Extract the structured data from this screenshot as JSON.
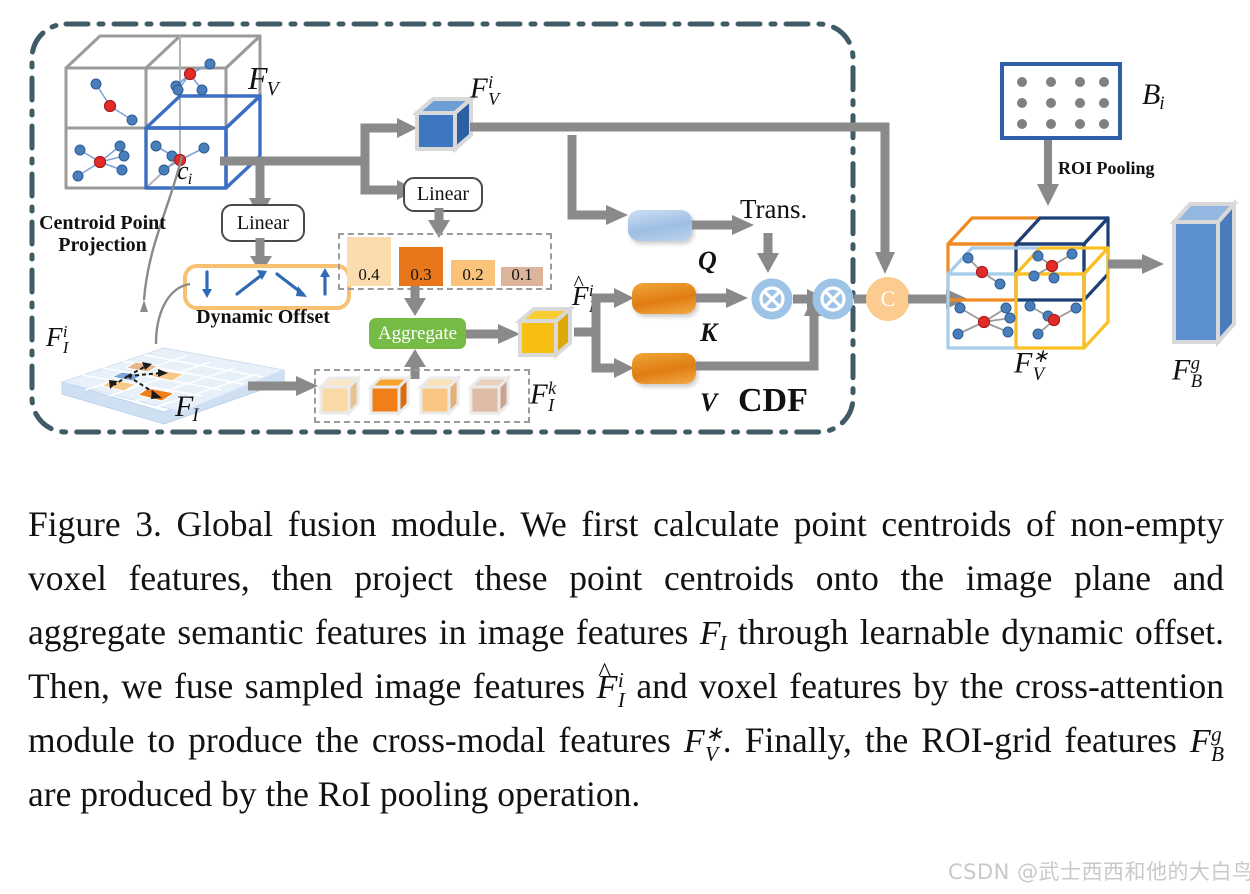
{
  "figure": {
    "module_label": "CDF",
    "boundary_style": "dash-dot rounded rectangle",
    "left_block": {
      "voxel_grid_label": "F_V",
      "centroid_label": "c_i",
      "projection_caption_line1": "Centroid Point",
      "projection_caption_line2": "Projection",
      "linear_1": "Linear",
      "linear_2": "Linear",
      "dynamic_offset_label": "Dynamic Offset",
      "offset_arrows": [
        "down",
        "up-right",
        "down-right",
        "up"
      ],
      "image_plane_label": "F_I",
      "image_patch_label": "F_I^i",
      "voxel_feature_label": "F_V^i",
      "sampled_cubes_label": "F_I^k",
      "aggregate_label": "Aggregate",
      "aggregated_label": "F̂_I^i"
    },
    "weights": {
      "values": [
        "0.4",
        "0.3",
        "0.2",
        "0.1"
      ],
      "heights": [
        58,
        44,
        30,
        20
      ],
      "colors": [
        "#fbdcae",
        "#e8761b",
        "#f9c37a",
        "#dcb49c"
      ]
    },
    "attention": {
      "query_label": "Q",
      "key_label": "K",
      "value_label": "V",
      "transform_label": "Trans.",
      "multiply_symbol": "⊗",
      "concat_symbol": "C"
    },
    "right_block": {
      "roi_grid_label": "B_i",
      "roi_pooling_label": "ROI Pooling",
      "fused_voxel_label": "F_V^*",
      "roi_grid_feature_label": "F_B^g",
      "grid_dot_rows": 3,
      "grid_dot_cols": 4,
      "voxel_colors": [
        "#f08a20",
        "#1d3f77",
        "#a8cdeb",
        "#f9bf24"
      ]
    },
    "colors": {
      "boundary": "#3f5b66",
      "arrow_gray": "#8a8a8a",
      "voxel_blue": "#3c6fc4",
      "centroid_red": "#e02b28",
      "point_blue": "#4a7ebb",
      "aggregate_green": "#76bb45",
      "query_blue": "#9dbee4",
      "kv_orange": "#e07d12",
      "concat_peach": "#fbcb8f",
      "offset_border": "#f8c172",
      "slab_blue": "#5b8fd0"
    }
  },
  "caption": {
    "prefix": "Figure 3.",
    "t1": " Global fusion module. We first calculate point centroids of non-empty voxel features, then project these point centroids onto the image plane and aggregate semantic features in image features ",
    "m1": "F",
    "m1sub": "I",
    "t2": " through learnable dynamic offset. Then, we fuse sampled image features ",
    "m2": "F̂",
    "m2sub": "I",
    "m2sup": "i",
    "t3": " and voxel features by the cross-attention module to produce the cross-modal features ",
    "m3": "F",
    "m3sub": "V",
    "m3sup": "∗",
    "t4": ". Finally, the ROI-grid features ",
    "m4": "F",
    "m4sub": "B",
    "m4sup": "g",
    "t5": " are produced by the RoI pooling operation."
  },
  "watermark": {
    "text": "CSDN @武士西西和他的大白鸟"
  }
}
